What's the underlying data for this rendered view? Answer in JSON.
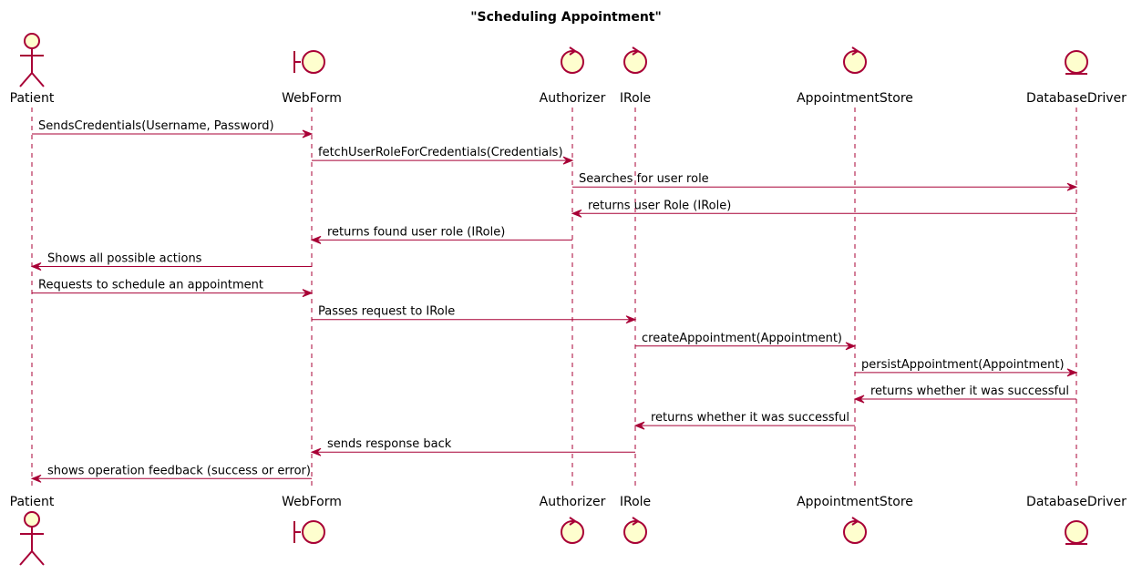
{
  "title": "\"Scheduling Appointment\"",
  "participants": [
    {
      "id": "patient",
      "name": "Patient",
      "kind": "actor"
    },
    {
      "id": "webform",
      "name": "WebForm",
      "kind": "boundary"
    },
    {
      "id": "authorizer",
      "name": "Authorizer",
      "kind": "control"
    },
    {
      "id": "irole",
      "name": "IRole",
      "kind": "control"
    },
    {
      "id": "appointmentstore",
      "name": "AppointmentStore",
      "kind": "control"
    },
    {
      "id": "databasedriver",
      "name": "DatabaseDriver",
      "kind": "entity"
    }
  ],
  "messages": [
    {
      "from": "patient",
      "to": "webform",
      "text": "SendsCredentials(Username, Password)"
    },
    {
      "from": "webform",
      "to": "authorizer",
      "text": "fetchUserRoleForCredentials(Credentials)"
    },
    {
      "from": "authorizer",
      "to": "databasedriver",
      "text": "Searches for user role"
    },
    {
      "from": "databasedriver",
      "to": "authorizer",
      "text": "returns user Role (IRole)"
    },
    {
      "from": "authorizer",
      "to": "webform",
      "text": "returns found user role (IRole)"
    },
    {
      "from": "webform",
      "to": "patient",
      "text": "Shows all possible actions"
    },
    {
      "from": "patient",
      "to": "webform",
      "text": "Requests to schedule an appointment"
    },
    {
      "from": "webform",
      "to": "irole",
      "text": "Passes request to IRole"
    },
    {
      "from": "irole",
      "to": "appointmentstore",
      "text": "createAppointment(Appointment)"
    },
    {
      "from": "appointmentstore",
      "to": "databasedriver",
      "text": "persistAppointment(Appointment)"
    },
    {
      "from": "databasedriver",
      "to": "appointmentstore",
      "text": "returns whether it was successful"
    },
    {
      "from": "appointmentstore",
      "to": "irole",
      "text": "returns whether it was successful"
    },
    {
      "from": "irole",
      "to": "webform",
      "text": "sends response back"
    },
    {
      "from": "webform",
      "to": "patient",
      "text": "shows operation feedback (success or error)"
    }
  ],
  "colors": {
    "line": "#A80036",
    "fill": "#FEFECE",
    "text": "#000000"
  }
}
